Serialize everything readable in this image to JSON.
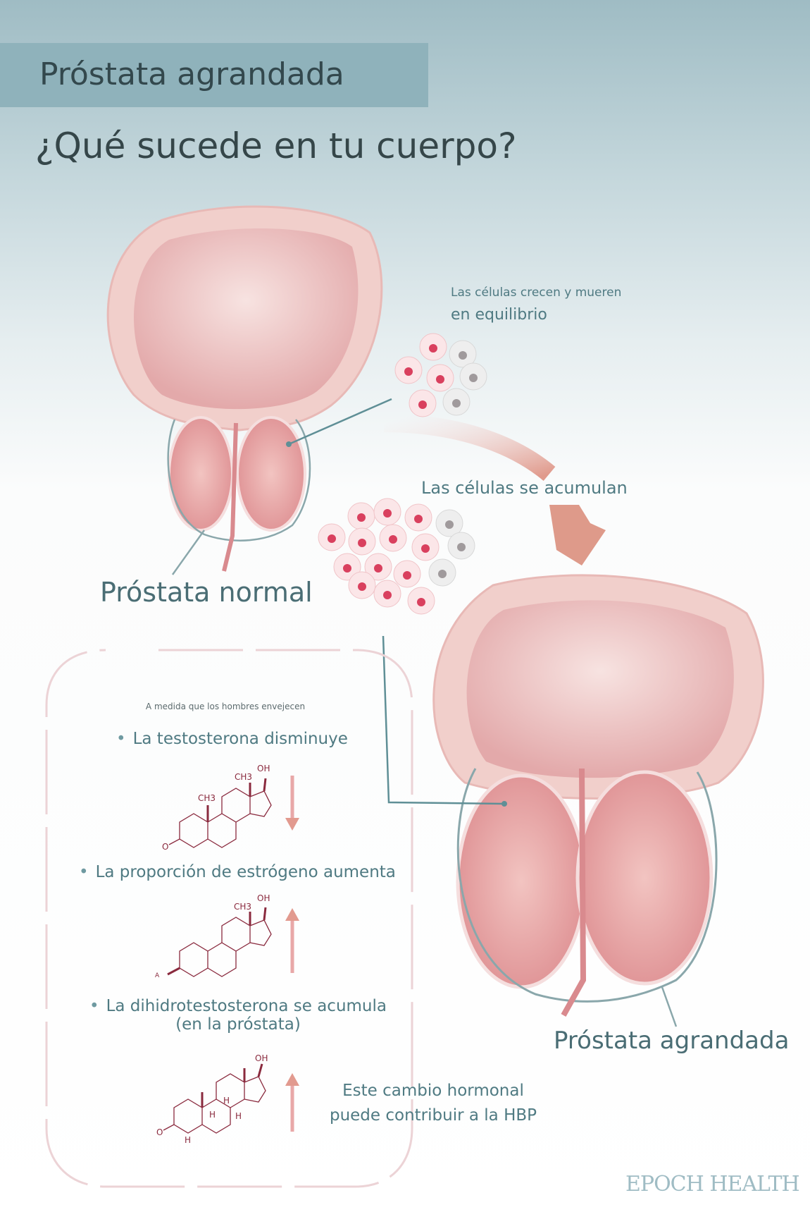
{
  "header": {
    "title": "Próstata agrandada",
    "subtitle": "¿Qué sucede en tu cuerpo?"
  },
  "cells": {
    "balance_line1": "Las células crecen y mueren",
    "balance_line2": "en equilibrio",
    "accumulate": "Las células se acumulan"
  },
  "labels": {
    "normal": "Próstata normal",
    "enlarged": "Próstata agrandada"
  },
  "hormones": {
    "intro": "A medida que los hombres envejecen",
    "bullet1": "La testosterona disminuye",
    "bullet2": "La proporción de estrógeno aumenta",
    "bullet3_line1": "La dihidrotestosterona se acumula",
    "bullet3_line2": "(en la próstata)",
    "conclusion_line1": "Este cambio hormonal",
    "conclusion_line2": "puede contribuir a la HBP",
    "mol_labels": {
      "ch3": "CH3",
      "oh": "OH",
      "o": "O",
      "a": "A",
      "h": "H"
    }
  },
  "brand": "EPOCH HEALTH",
  "colors": {
    "teal": "#4f7a82",
    "pink": "#e8a8a8",
    "maroon": "#8a2a3e",
    "band": "#8fb2bb"
  }
}
